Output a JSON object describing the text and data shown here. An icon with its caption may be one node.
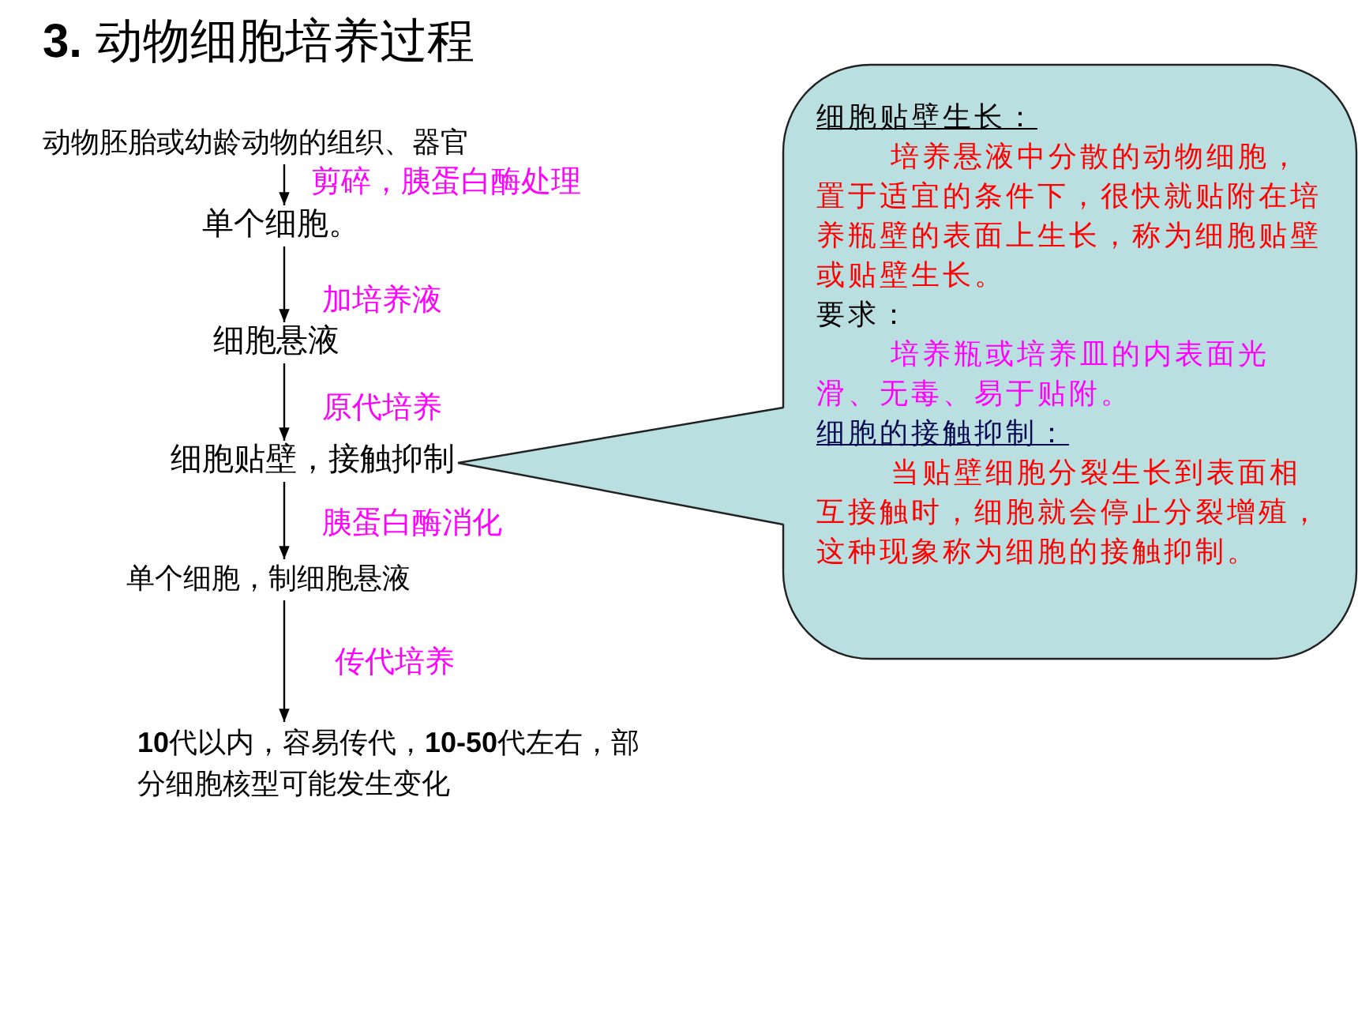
{
  "diagram": {
    "title": "**3.** 动物细胞培养过程",
    "nodes": [
      {
        "text": [
          "动物胚胎或幼龄动物的组织、器官"
        ]
      },
      {
        "text": [
          "单个细胞。"
        ]
      },
      {
        "text": [
          "细胞悬液"
        ]
      },
      {
        "text": [
          "细胞贴壁，接触抑制"
        ]
      },
      {
        "text": [
          "单个细胞，制细胞悬液"
        ]
      },
      {
        "text": [
          "**10**代以内，容易传代，**10-50**代左右，部分细胞核型可能发生变化"
        ]
      },
      {
        "text": [
          "细胞贴壁生长：",
          "培养悬液中分散的动物细胞，置于适宜的条件下，很快就贴附在培养瓶壁的表面上生长，称为细胞贴壁或贴壁生长。",
          "要求：",
          "培养瓶或培养皿的内表面光滑、无毒、易于贴附。",
          "细胞的接触抑制：",
          "当贴壁细胞分裂生长到表面相互接触时，细胞就会停止分裂增殖，这种现象称为细胞的接触抑制。"
        ]
      }
    ],
    "edges": [
      {
        "from": 0,
        "to": 1,
        "arrow": "to",
        "label": "剪碎，胰蛋白酶处理"
      },
      {
        "from": 1,
        "to": 2,
        "arrow": "to",
        "label": "加培养液"
      },
      {
        "from": 2,
        "to": 3,
        "arrow": "to",
        "label": "原代培养"
      },
      {
        "from": 3,
        "to": 4,
        "arrow": "to",
        "label": "胰蛋白酶消化"
      },
      {
        "from": 4,
        "to": 5,
        "arrow": "to",
        "label": "传代培养"
      },
      {
        "from": 6,
        "to": 3,
        "arrow": "none"
      }
    ]
  }
}
